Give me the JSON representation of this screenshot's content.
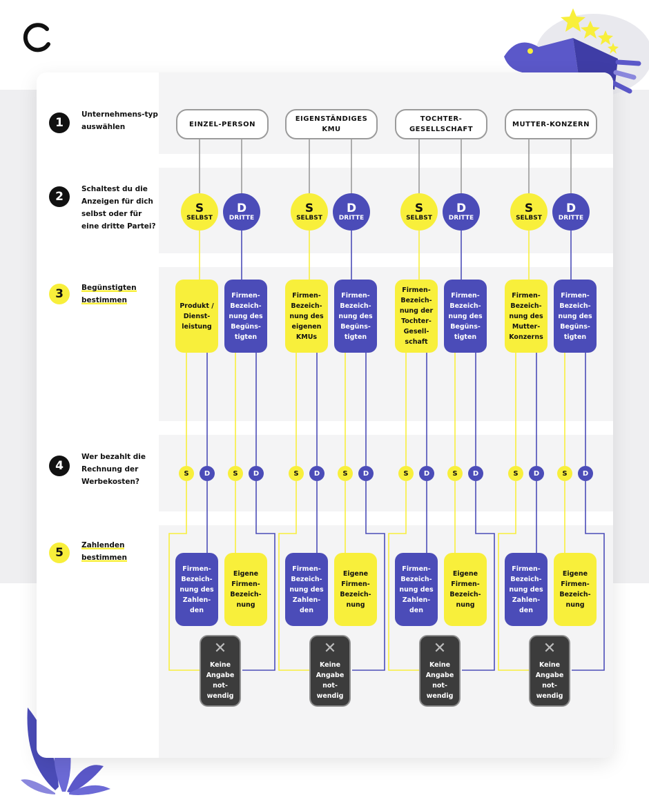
{
  "colors": {
    "yellow": "#f8ef3b",
    "blue": "#4b4cb8",
    "gray_line": "#9a9a9a",
    "dark_box": "#3c3c3c"
  },
  "icons": {
    "logo": "arc-logo-icon",
    "illustration_top": "megaphone-stars-illustration",
    "illustration_bottom": "plant-leaves-illustration",
    "no_entry": "x-close-icon"
  },
  "steps": [
    {
      "num": "1",
      "label": "Unternehmens-typ auswählen"
    },
    {
      "num": "2",
      "label": "Schaltest du die Anzeigen für dich selbst oder für eine dritte Partei?"
    },
    {
      "num": "3",
      "label": "Begünstigten bestimmen"
    },
    {
      "num": "4",
      "label": "Wer bezahlt die Rechnung der Werbekosten?"
    },
    {
      "num": "5",
      "label": "Zahlenden bestimmen"
    }
  ],
  "circles": {
    "self_letter": "S",
    "self_label": "SELBST",
    "third_letter": "D",
    "third_label": "DRITTE"
  },
  "small": {
    "s": "S",
    "d": "D"
  },
  "columns": [
    {
      "type": "EINZEL-PERSON",
      "self_beneficiary": "Produkt / Dienst-leistung",
      "third_beneficiary": "Firmen-Bezeich-nung des Begüns-tigten",
      "payer_third": "Firmen-Bezeich-nung des Zahlen-den",
      "payer_self": "Eigene Firmen-Bezeich-nung",
      "none": "Keine Angabe not-wendig"
    },
    {
      "type": "EIGENSTÄNDIGES KMU",
      "self_beneficiary": "Firmen-Bezeich-nung des eigenen KMUs",
      "third_beneficiary": "Firmen-Bezeich-nung des Begüns-tigten",
      "payer_third": "Firmen-Bezeich-nung des Zahlen-den",
      "payer_self": "Eigene Firmen-Bezeich-nung",
      "none": "Keine Angabe not-wendig"
    },
    {
      "type": "TOCHTER-GESELLSCHAFT",
      "self_beneficiary": "Firmen-Bezeich-nung der Tochter-Gesell-schaft",
      "third_beneficiary": "Firmen-Bezeich-nung des Begüns-tigten",
      "payer_third": "Firmen-Bezeich-nung des Zahlen-den",
      "payer_self": "Eigene Firmen-Bezeich-nung",
      "none": "Keine Angabe not-wendig"
    },
    {
      "type": "MUTTER-KONZERN",
      "self_beneficiary": "Firmen-Bezeich-nung des Mutter-Konzerns",
      "third_beneficiary": "Firmen-Bezeich-nung des Begüns-tigten",
      "payer_third": "Firmen-Bezeich-nung des Zahlen-den",
      "payer_self": "Eigene Firmen-Bezeich-nung",
      "none": "Keine Angabe not-wendig"
    }
  ]
}
